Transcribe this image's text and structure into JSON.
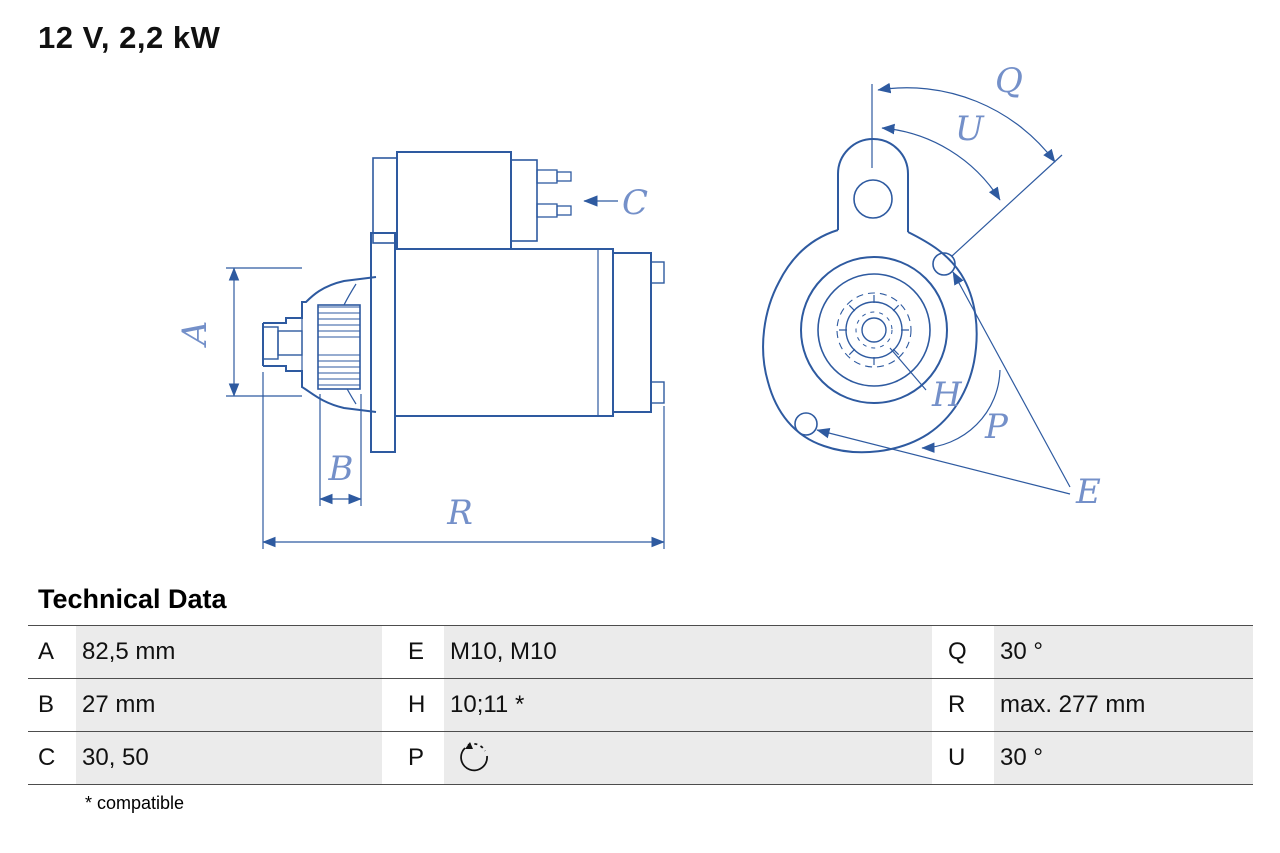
{
  "title": "12 V, 2,2 kW",
  "colors": {
    "line_blue": "#2e5aa0",
    "label_blue": "#7490c9",
    "row_gray": "#ebebeb"
  },
  "drawing": {
    "labels": {
      "A": "A",
      "B": "B",
      "C": "C",
      "R": "R",
      "Q": "Q",
      "U": "U",
      "H": "H",
      "P": "P",
      "E": "E"
    }
  },
  "technical_data": {
    "heading": "Technical Data",
    "rows": [
      {
        "cells": [
          {
            "key": "A",
            "value": "82,5 mm"
          },
          {
            "key": "E",
            "value": "M10, M10"
          },
          {
            "key": "Q",
            "value": "30 °"
          }
        ]
      },
      {
        "cells": [
          {
            "key": "B",
            "value": "27 mm"
          },
          {
            "key": "H",
            "value": "10;11 *"
          },
          {
            "key": "R",
            "value": "max. 277 mm"
          }
        ]
      },
      {
        "cells": [
          {
            "key": "C",
            "value": "30, 50"
          },
          {
            "key": "P",
            "value": "",
            "icon": "rotation-direction-icon"
          },
          {
            "key": "U",
            "value": "30 °"
          }
        ]
      }
    ],
    "footnote": "* compatible"
  }
}
